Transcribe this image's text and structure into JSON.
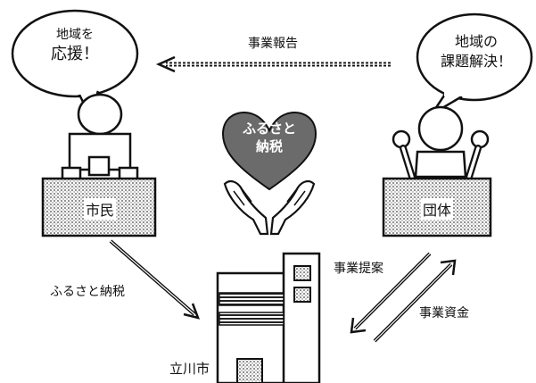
{
  "left_bubble": {
    "line1": "地域を",
    "line2": "応援！"
  },
  "right_bubble": {
    "line1": "地域の",
    "line2": "課題解決！"
  },
  "top_arrow_label": "事業報告",
  "heart_label": {
    "line1": "ふるさと",
    "line2": "納税"
  },
  "left_box_label": "市民",
  "right_box_label": "団体",
  "left_arrow_label": "ふるさと納税",
  "right_arrow_upper_label": "事業提案",
  "right_arrow_lower_label": "事業資金",
  "building_label": "立川市",
  "colors": {
    "ink": "#111111",
    "heart": "#666666"
  }
}
